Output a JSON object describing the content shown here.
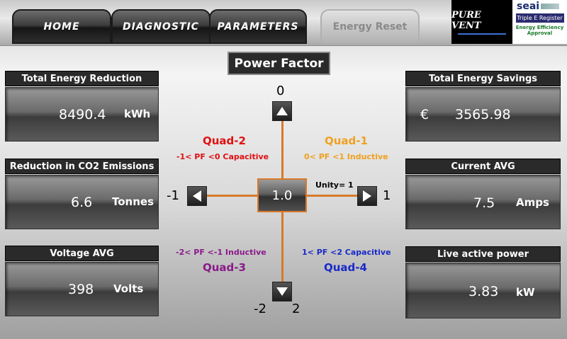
{
  "nav": {
    "tabs": [
      "HOME",
      "DIAGNOSTIC",
      "PARAMETERS"
    ],
    "energy_reset": "Energy Reset"
  },
  "logos": {
    "pure_vent": "PURE VENT",
    "seai": "seai",
    "seai_register": "Triple E Register",
    "seai_approval": "Energy Efficiency Approval"
  },
  "left": {
    "total_energy_reduction": {
      "label": "Total Energy Reduction",
      "value": "8490.4",
      "unit": "kWh"
    },
    "co2_reduction": {
      "label": "Reduction in CO2 Emissions",
      "value": "6.6",
      "unit": "Tonnes"
    },
    "voltage_avg": {
      "label": "Voltage AVG",
      "value": "398",
      "unit": "Volts"
    }
  },
  "right": {
    "total_energy_savings": {
      "label": "Total Energy Savings",
      "currency": "€",
      "value": "3565.98"
    },
    "current_avg": {
      "label": "Current AVG",
      "value": "7.5",
      "unit": "Amps"
    },
    "live_active_power": {
      "label": "Live active power",
      "value": "3.83",
      "unit": "kW"
    }
  },
  "power_factor": {
    "title": "Power Factor",
    "value": "1.0",
    "unity": "Unity= 1",
    "axis": {
      "top": "0",
      "left": "-1",
      "right": "1",
      "bottom_left": "-2",
      "bottom_right": "2"
    },
    "quadrants": {
      "q1": {
        "title": "Quad-1",
        "desc": "0< PF <1 Inductive",
        "color": "#f0a020"
      },
      "q2": {
        "title": "Quad-2",
        "desc": "-1< PF <0 Capacitive",
        "color": "#e01010"
      },
      "q3": {
        "title": "Quad-3",
        "desc": "-2< PF <-1 Inductive",
        "color": "#8a1a8a"
      },
      "q4": {
        "title": "Quad-4",
        "desc": "1< PF <2 Capacitive",
        "color": "#1a2ac8"
      }
    }
  }
}
